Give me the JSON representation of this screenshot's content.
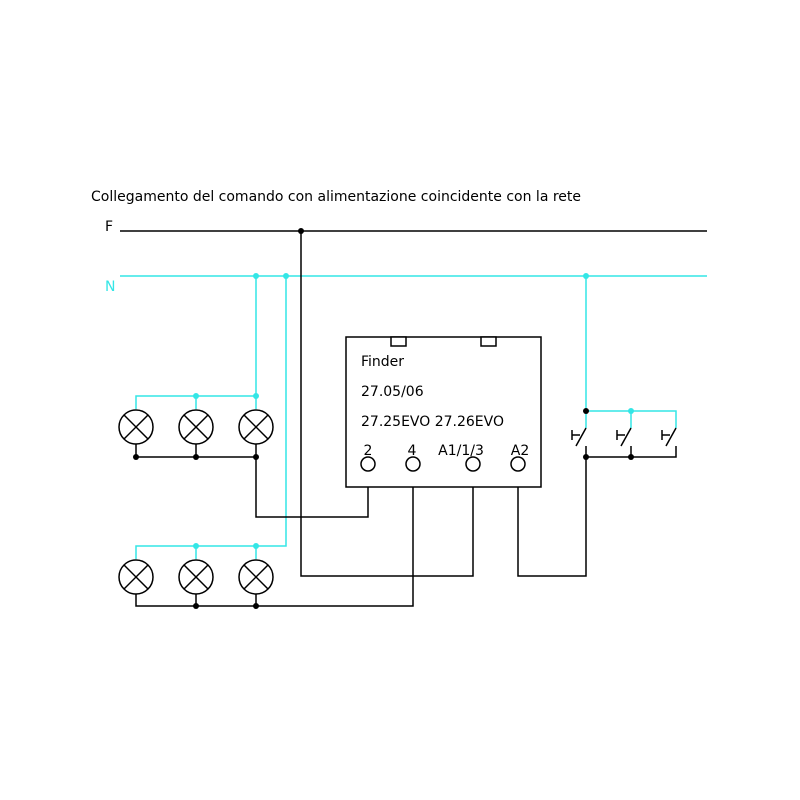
{
  "title": "Collegamento del comando con alimentazione coincidente con la rete",
  "lines": {
    "phase_label": "F",
    "neutral_label": "N"
  },
  "relay": {
    "brand": "Finder",
    "model_1": "27.05/06",
    "model_2": "27.25EVO 27.26EVO",
    "terminals": [
      "2",
      "4",
      "A1/1/3",
      "A2"
    ]
  },
  "lamps": {
    "upper_group_count": 3,
    "lower_group_count": 3
  },
  "pushbuttons": {
    "count": 3
  },
  "colors": {
    "phase": "#000000",
    "neutral": "#33e6e6",
    "background": "#ffffff"
  }
}
